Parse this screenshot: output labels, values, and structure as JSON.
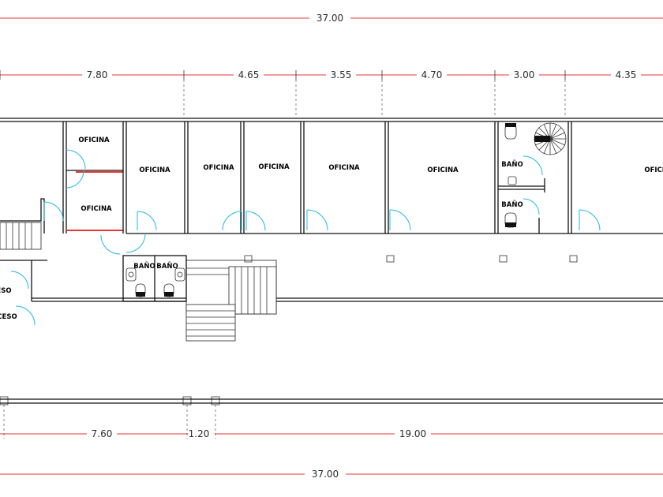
{
  "dimensions": {
    "overall_top": "37.00",
    "overall_bottom": "37.00",
    "top_segments": [
      "7.80",
      "4.65",
      "3.55",
      "4.70",
      "3.00",
      "4.35"
    ],
    "bottom_segments": [
      "7.60",
      "1.20",
      "19.00"
    ]
  },
  "rooms": {
    "oficina": "OFICINA",
    "bano": "BAÑO",
    "acceso_a": "ESO",
    "acceso_b": "CESO"
  },
  "colors": {
    "dimension_line": "#e53935",
    "door_swing": "#23b8e8",
    "wall": "#111111"
  }
}
